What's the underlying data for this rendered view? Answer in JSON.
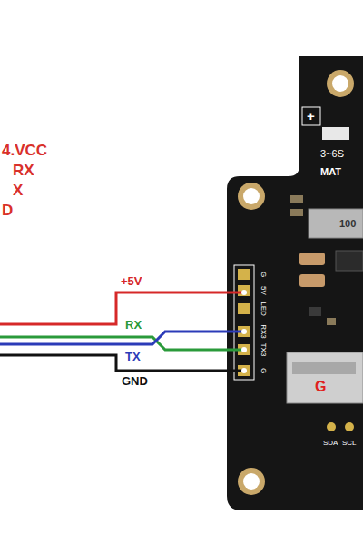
{
  "diagram": {
    "labels": [
      "4.VCC",
      "RX",
      "X",
      "D",
      "+5V",
      "RX",
      "TX",
      "GND",
      "3~6S",
      "MAT",
      "+",
      "G",
      "5V",
      "LED",
      "RX3",
      "TX3",
      "G",
      "SDA",
      "SCL",
      "100",
      "G"
    ]
  }
}
